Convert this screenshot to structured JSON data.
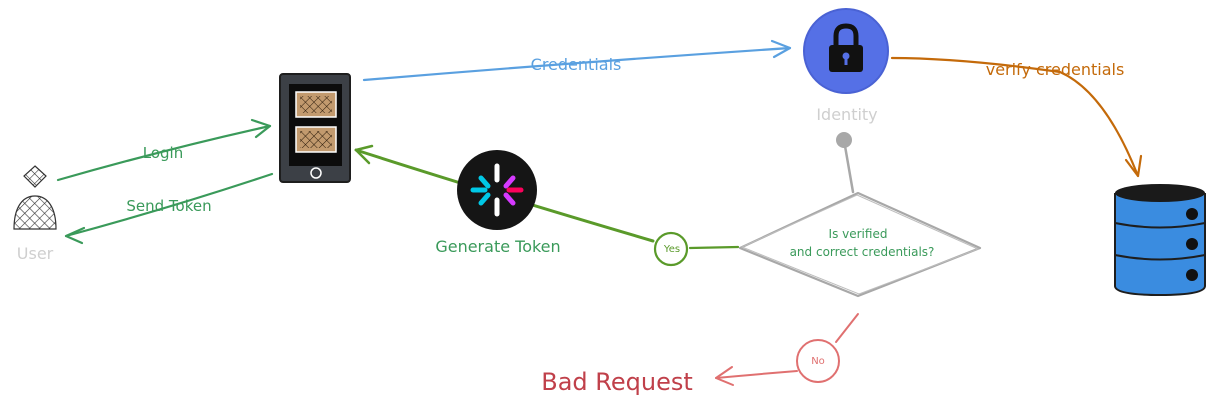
{
  "nodes": {
    "user": {
      "label": "User"
    },
    "identity": {
      "label": "Identity"
    },
    "jwt": {
      "label": "Generate Token"
    },
    "decision": {
      "line1": "Is verified",
      "line2": "and correct credentials?"
    },
    "yes": {
      "label": "Yes"
    },
    "no": {
      "label": "No"
    },
    "bad_request": {
      "label": "Bad Request"
    }
  },
  "edges": {
    "login": "Login",
    "send_token": "Send Token",
    "credentials": "Credentials",
    "verify": "verify credentials"
  },
  "colors": {
    "green": "#3a9a5a",
    "olive": "#5a9a2a",
    "blue": "#5aa0e0",
    "orange": "#c46a0a",
    "red": "#e07070",
    "grey": "#a8a8a8",
    "identity": "#5570e6",
    "database": "#3a8ce0"
  },
  "icons": [
    "user-icon",
    "mobile-device-icon",
    "lock-icon",
    "jwt-icon",
    "database-icon"
  ]
}
